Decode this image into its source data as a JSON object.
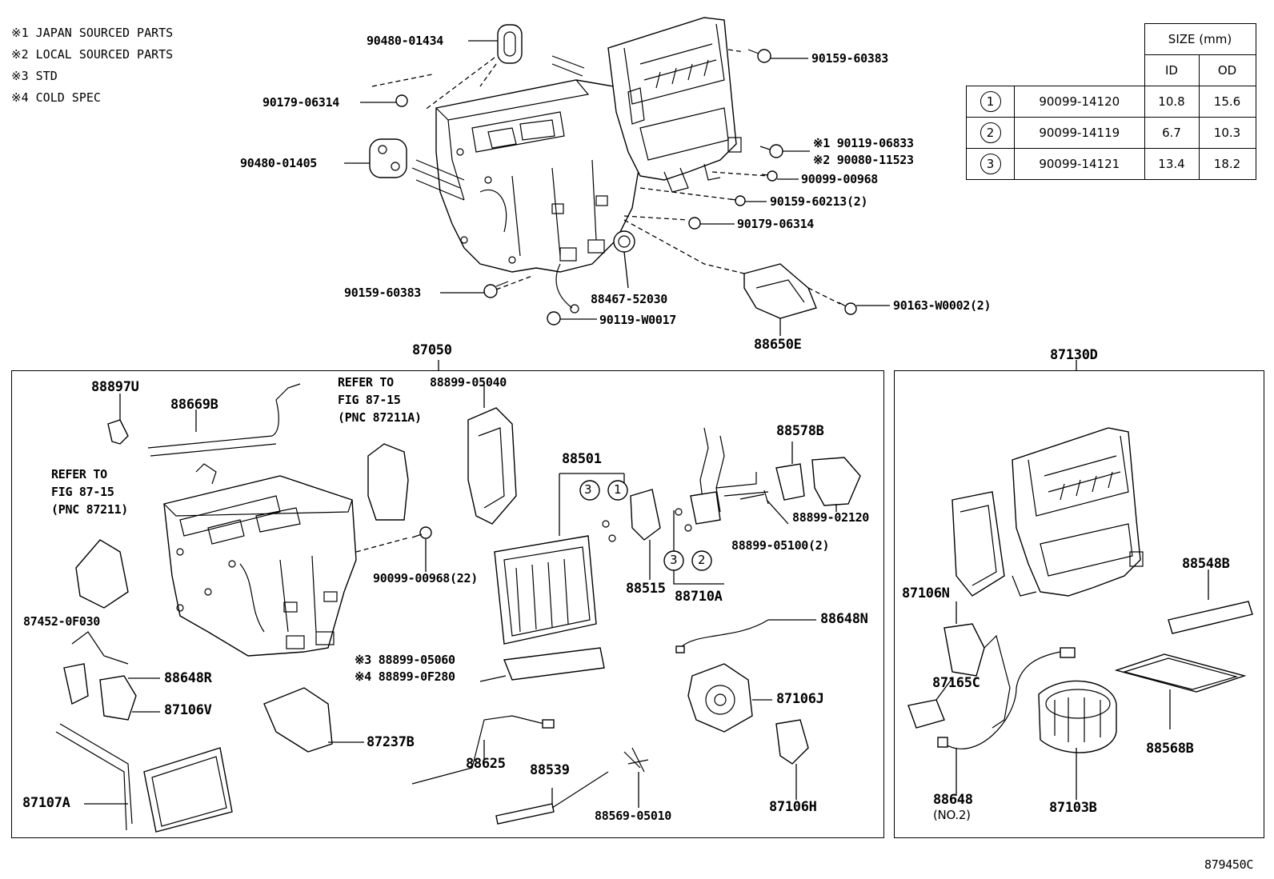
{
  "legend": [
    "※1 JAPAN SOURCED PARTS",
    "※2 LOCAL SOURCED PARTS",
    "※3 STD",
    "※4 COLD SPEC"
  ],
  "size_table": {
    "header": "SIZE (mm)",
    "col_id": "ID",
    "col_od": "OD",
    "rows": [
      {
        "mark": "1",
        "part": "90099-14120",
        "id": "10.8",
        "od": "15.6"
      },
      {
        "mark": "2",
        "part": "90099-14119",
        "id": "6.7",
        "od": "10.3"
      },
      {
        "mark": "3",
        "part": "90099-14121",
        "id": "13.4",
        "od": "18.2"
      }
    ]
  },
  "top_labels": {
    "p90480_01434": "90480-01434",
    "p90159_60383a": "90159-60383",
    "p90179_06314a": "90179-06314",
    "p90119_06833": "※1 90119-06833",
    "p90080_11523": "※2 90080-11523",
    "p90480_01405": "90480-01405",
    "p90099_00968": "90099-00968",
    "p90159_60213": "90159-60213(2)",
    "p90179_06314b": "90179-06314",
    "p90159_60383b": "90159-60383",
    "p88467_52030": "88467-52030",
    "p90163_w0002": "90163-W0002(2)",
    "p90119_w0017": "90119-W0017",
    "p88650e": "88650E",
    "p87050": "87050",
    "p87130d": "87130D"
  },
  "left_box": {
    "p88897u": "88897U",
    "p88669b": "88669B",
    "refer1_a": "REFER TO",
    "refer1_b": "FIG 87-15",
    "refer1_c": "(PNC 87211A)",
    "p88899_05040": "88899-05040",
    "refer2_a": "REFER TO",
    "refer2_b": "FIG 87-15",
    "refer2_c": "(PNC 87211)",
    "p88501": "88501",
    "p88578b": "88578B",
    "p88899_02120": "88899-02120",
    "p88899_05100": "88899-05100(2)",
    "p90099_00968_22": "90099-00968(22)",
    "p88515": "88515",
    "p88710a": "88710A",
    "p87452_0f030": "87452-0F030",
    "p88648n": "88648N",
    "p88899_05060": "※3 88899-05060",
    "p88899_0f280": "※4 88899-0F280",
    "p88648r": "88648R",
    "p87106j": "87106J",
    "p87106v": "87106V",
    "p87237b": "87237B",
    "p88625": "88625",
    "p88539": "88539",
    "p87107a": "87107A",
    "p88569_05010": "88569-05010",
    "p87106h": "87106H",
    "circ3a": "3",
    "circ1": "1",
    "circ3b": "3",
    "circ2": "2"
  },
  "right_box": {
    "p87106n": "87106N",
    "p88548b": "88548B",
    "p87165c": "87165C",
    "p88568b": "88568B",
    "p88648": "88648",
    "p88648_sub": "(NO.2)",
    "p87103b": "87103B"
  },
  "figure_id": "879450C"
}
